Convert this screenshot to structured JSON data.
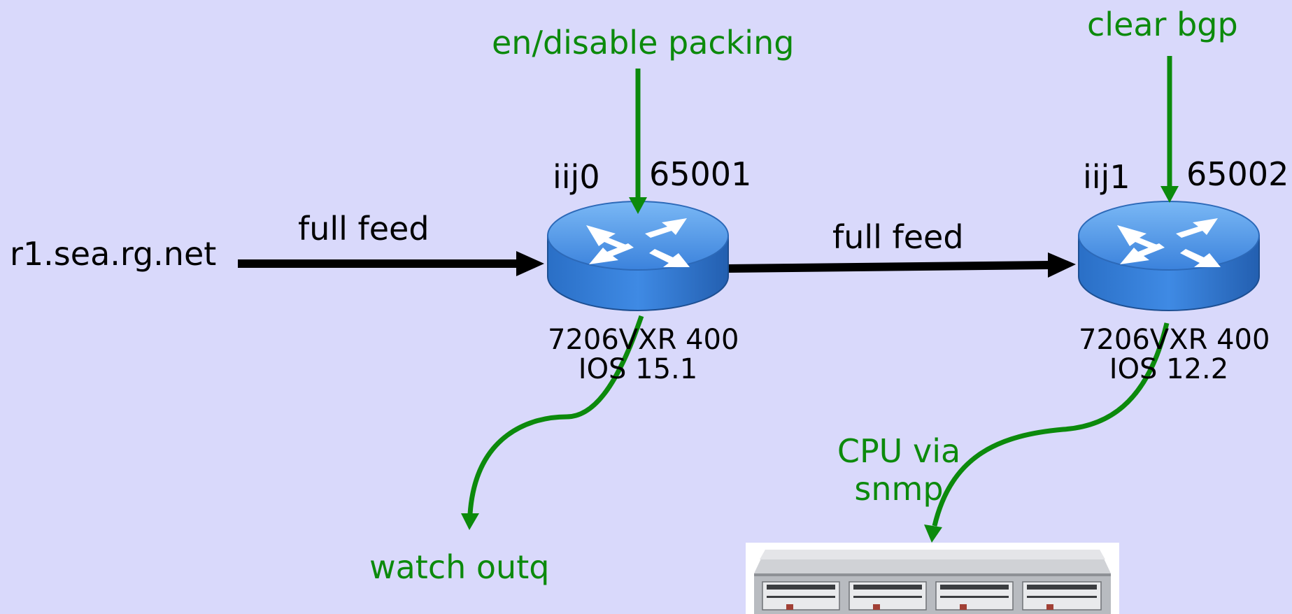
{
  "source": {
    "label": "r1.sea.rg.net"
  },
  "links": {
    "feed1": "full feed",
    "feed2": "full feed"
  },
  "router0": {
    "name": "iij0",
    "asn": "65001",
    "model": "7206VXR 400",
    "os": "IOS 15.1"
  },
  "router1": {
    "name": "iij1",
    "asn": "65002",
    "model": "7206VXR 400",
    "os": "IOS 12.2"
  },
  "actions": {
    "packing": "en/disable packing",
    "clear": "clear bgp",
    "outq": "watch outq",
    "cpu_line1": "CPU via",
    "cpu_line2": "snmp"
  },
  "colors": {
    "background": "#d9d9fb",
    "annotation": "#0c8a0c",
    "router": "#3a86e0",
    "arrow": "#000000"
  }
}
